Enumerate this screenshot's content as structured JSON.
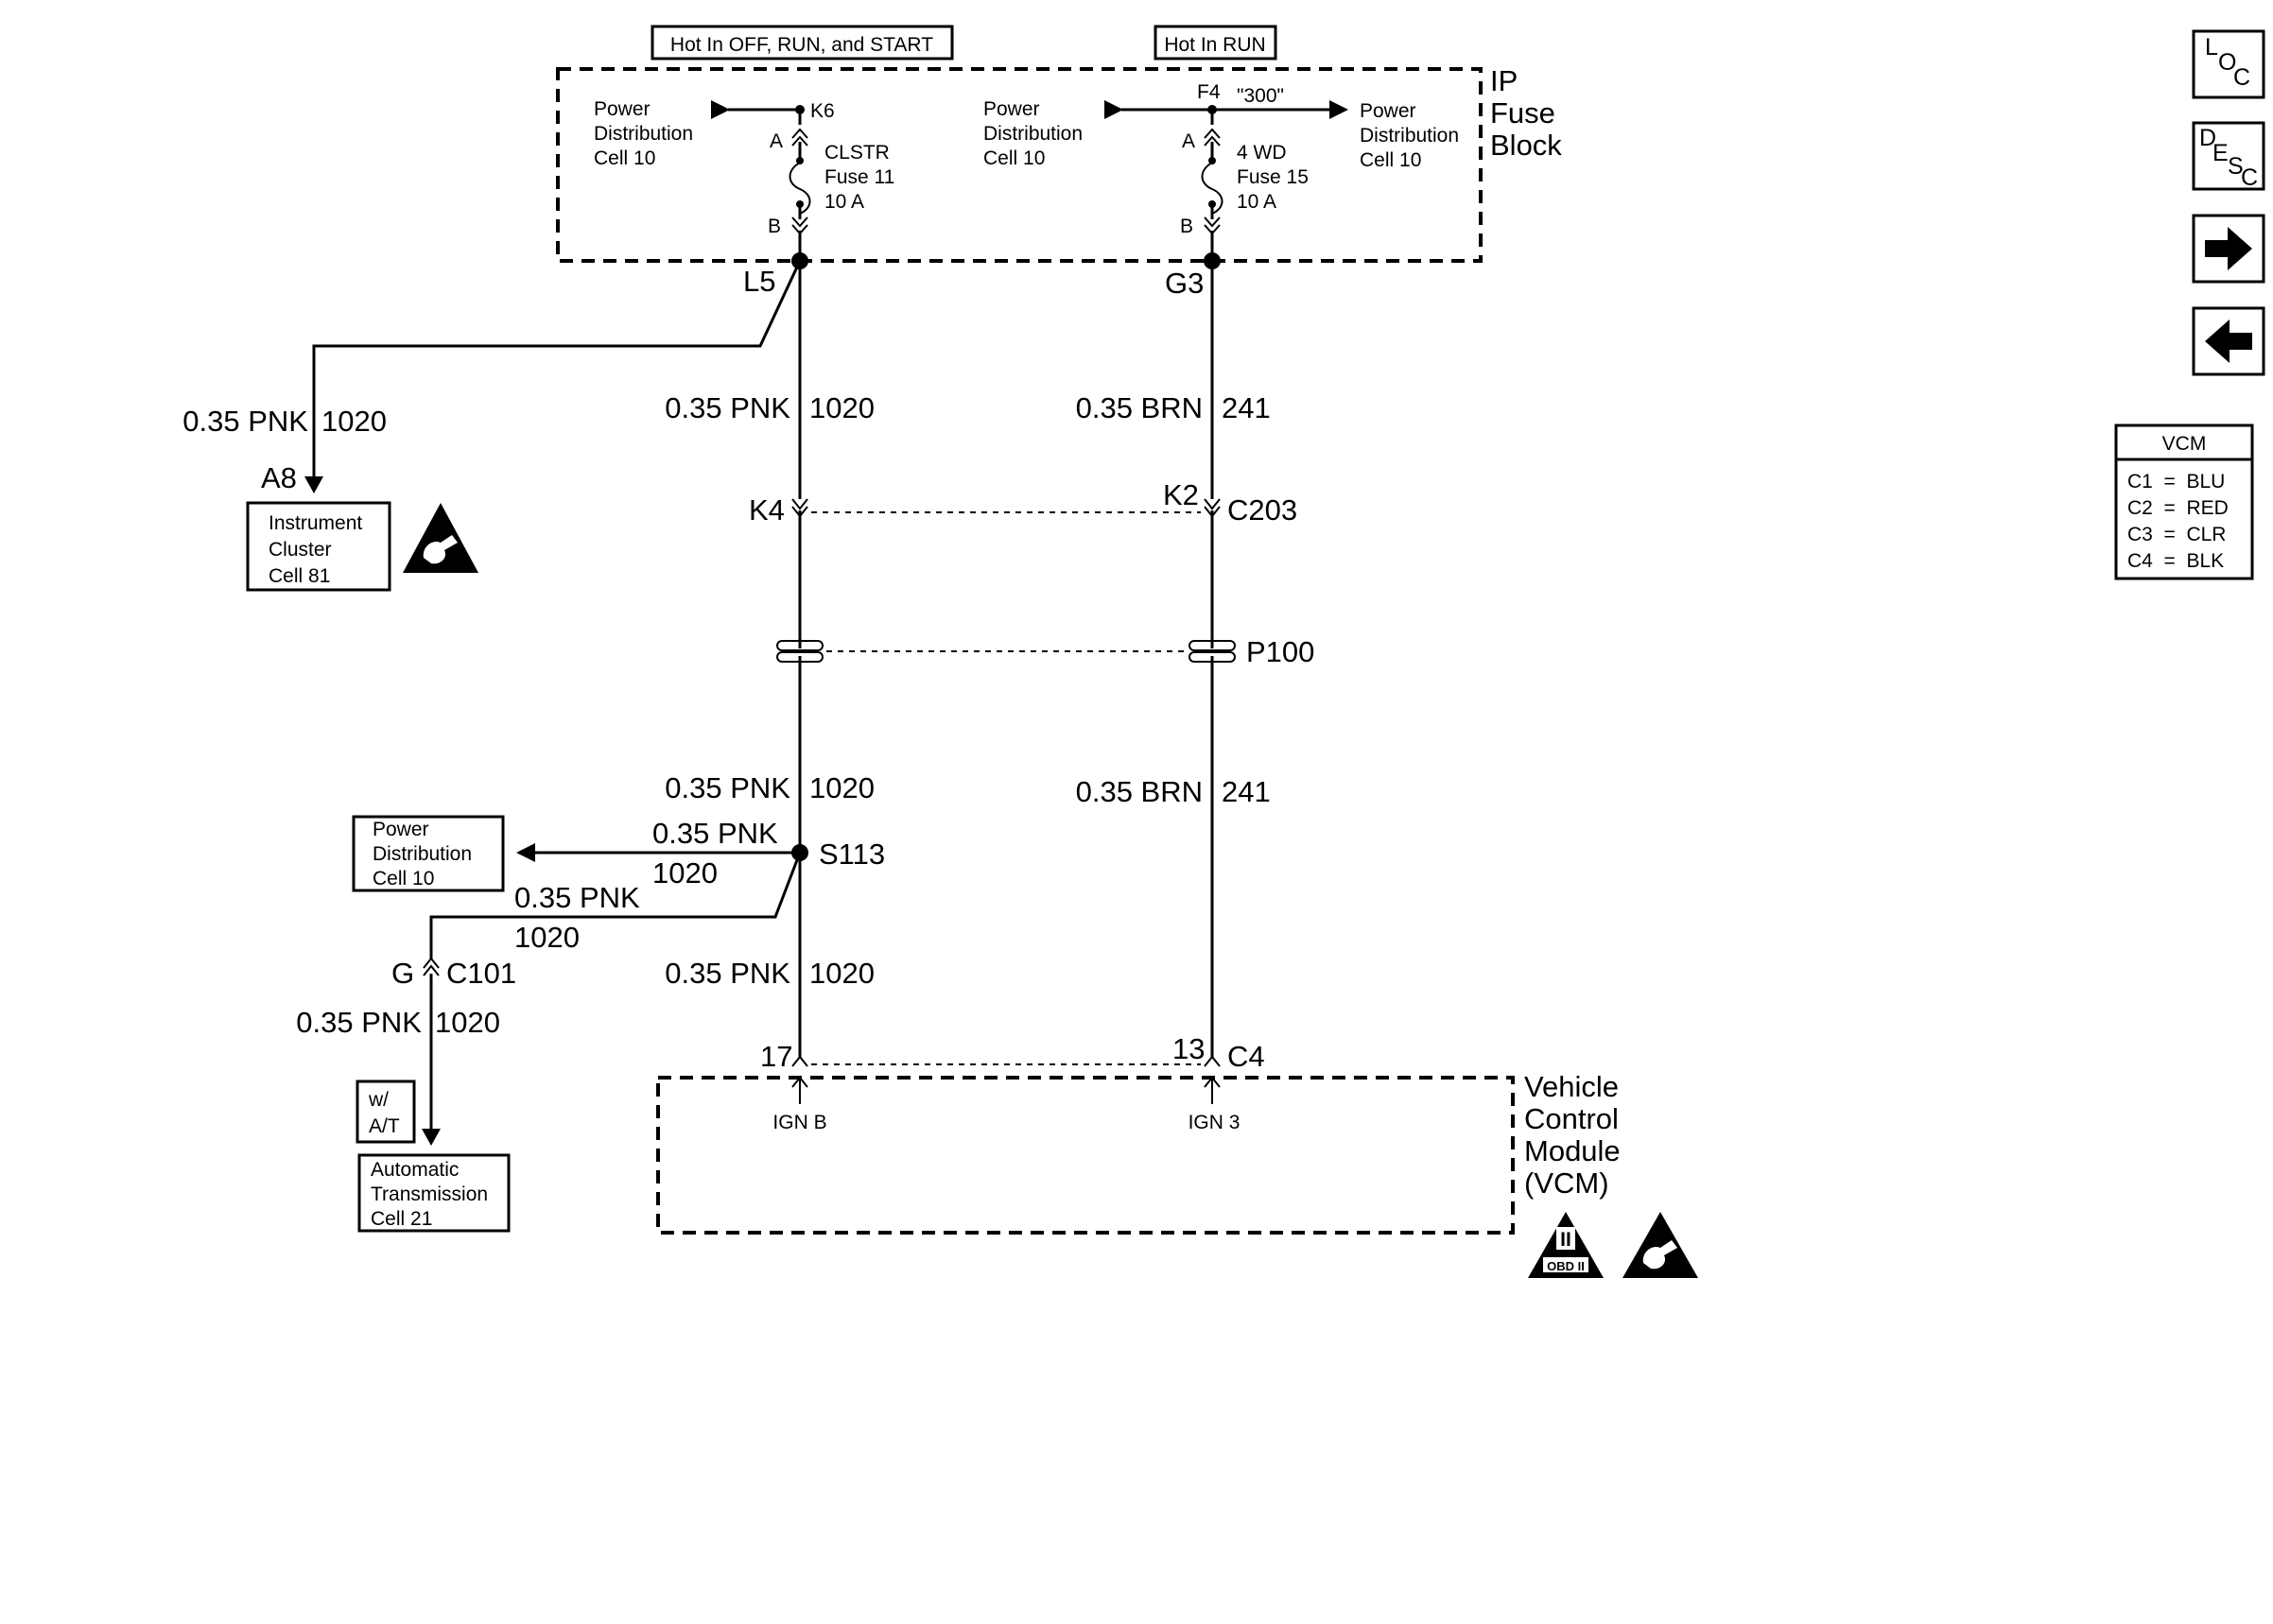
{
  "header": {
    "hot_label_left": "Hot In OFF, RUN, and START",
    "hot_label_right": "Hot In RUN"
  },
  "ip_fuse_block": {
    "name_lines": [
      "IP",
      "Fuse",
      "Block"
    ],
    "left": {
      "source_lines": [
        "Power",
        "Distribution",
        "Cell 10"
      ],
      "bus_pin": "K6",
      "fuse_lines": [
        "CLSTR",
        "Fuse 11",
        "10 A"
      ],
      "terminal_a": "A",
      "terminal_b": "B",
      "output_pin": "L5"
    },
    "right": {
      "source_lines": [
        "Power",
        "Distribution",
        "Cell 10"
      ],
      "bus_pin": "F4",
      "bus_circuit": "\"300\"",
      "dest_lines": [
        "Power",
        "Distribution",
        "Cell 10"
      ],
      "fuse_lines": [
        "4 WD",
        "Fuse 15",
        "10 A"
      ],
      "terminal_a": "A",
      "terminal_b": "B",
      "output_pin": "G3"
    }
  },
  "wires": {
    "cluster_branch": {
      "size_color": "0.35 PNK",
      "circuit": "1020",
      "pin": "A8"
    },
    "left_upper": {
      "size_color": "0.35 PNK",
      "circuit": "1020"
    },
    "right_upper": {
      "size_color": "0.35 BRN",
      "circuit": "241"
    },
    "left_mid": {
      "size_color": "0.35 PNK",
      "circuit": "1020"
    },
    "right_mid": {
      "size_color": "0.35 BRN",
      "circuit": "241"
    },
    "pd_branch": {
      "size_color": "0.35 PNK",
      "circuit": "1020"
    },
    "trans_branch_upper": {
      "size_color": "0.35 PNK",
      "circuit": "1020"
    },
    "trans_branch_lower": {
      "size_color": "0.35 PNK",
      "circuit": "1020"
    },
    "left_lower": {
      "size_color": "0.35 PNK",
      "circuit": "1020"
    }
  },
  "connectors": {
    "c203": {
      "name": "C203",
      "left_pin": "K4",
      "right_pin": "K2"
    },
    "p100": {
      "name": "P100"
    },
    "s113": {
      "name": "S113"
    },
    "c101": {
      "name": "C101",
      "pin": "G"
    },
    "c4": {
      "name": "C4",
      "left_pin": "17",
      "right_pin": "13"
    }
  },
  "components": {
    "instrument_cluster": [
      "Instrument",
      "Cluster",
      "Cell 81"
    ],
    "power_distribution": [
      "Power",
      "Distribution",
      "Cell 10"
    ],
    "option_label": [
      "w/",
      "A/T"
    ],
    "automatic_transmission": [
      "Automatic",
      "Transmission",
      "Cell 21"
    ],
    "vcm": {
      "name_lines": [
        "Vehicle",
        "Control",
        "Module",
        "(VCM)"
      ],
      "input_left": "IGN B",
      "input_right": "IGN 3",
      "obd_badge": "OBD II",
      "obd_numeral": "II"
    }
  },
  "nav": {
    "loc": [
      "L",
      "O",
      "C"
    ],
    "desc": [
      "D",
      "E",
      "S",
      "C"
    ],
    "next_glyph": "➡",
    "prev_glyph": "⬅"
  },
  "vcm_legend": {
    "title": "VCM",
    "rows": [
      "C1  =  BLU",
      "C2  =  RED",
      "C3  =  CLR",
      "C4  =  BLK"
    ]
  },
  "icons": {
    "esd_warning": "esd-warning-icon",
    "obd": "obd-icon",
    "next": "arrow-right-icon",
    "prev": "arrow-left-icon"
  }
}
